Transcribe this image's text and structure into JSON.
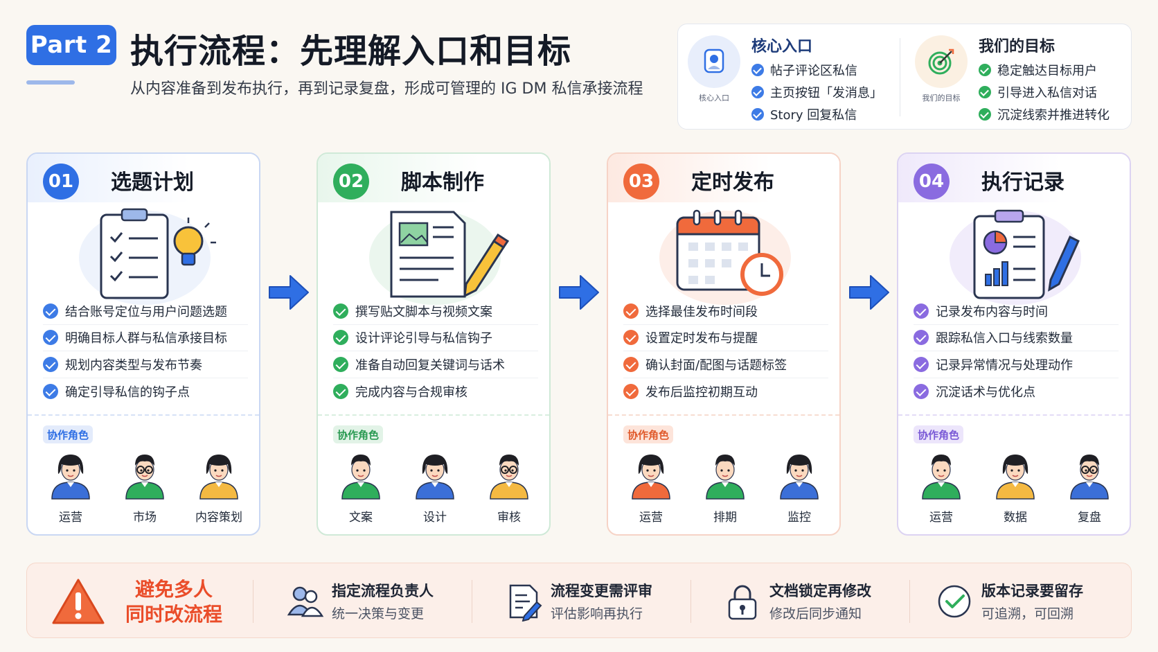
{
  "header": {
    "part_label": "Part 2",
    "title": "执行流程：先理解入口和目标",
    "subtitle": "从内容准备到发布执行，再到记录复盘，形成可管理的 IG DM 私信承接流程"
  },
  "info_panel": {
    "entry": {
      "icon": "entry-icon",
      "icon_label": "核心入口",
      "title": "核心入口",
      "items": [
        "帖子评论区私信",
        "主页按钮「发消息」",
        "Story 回复私信"
      ]
    },
    "goals": {
      "icon": "target-icon",
      "icon_label": "我们的目标",
      "title": "我们的目标",
      "items": [
        "稳定触达目标用户",
        "引导进入私信对话",
        "沉淀线索并推进转化"
      ]
    }
  },
  "cards": [
    {
      "number": "01",
      "title": "选题计划",
      "color": "#2f6fe4",
      "illustration": "clipboard-bulb-icon",
      "steps": [
        "结合账号定位与用户问题选题",
        "明确目标人群与私信承接目标",
        "规划内容类型与发布节奏",
        "确定引导私信的钩子点"
      ],
      "roles_label": "协作角色",
      "roles": [
        {
          "name": "运营",
          "avatar": "female",
          "shirt": "#3b6fd8"
        },
        {
          "name": "市场",
          "avatar": "male-glasses",
          "shirt": "#2fae5c"
        },
        {
          "name": "内容策划",
          "avatar": "female",
          "shirt": "#f4b942"
        }
      ]
    },
    {
      "number": "02",
      "title": "脚本制作",
      "color": "#2fae5c",
      "illustration": "document-pencil-icon",
      "steps": [
        "撰写贴文脚本与视频文案",
        "设计评论引导与私信钩子",
        "准备自动回复关键词与话术",
        "完成内容与合规审核"
      ],
      "roles_label": "协作角色",
      "roles": [
        {
          "name": "文案",
          "avatar": "male",
          "shirt": "#2fae5c"
        },
        {
          "name": "设计",
          "avatar": "female",
          "shirt": "#3b6fd8"
        },
        {
          "name": "审核",
          "avatar": "male-glasses",
          "shirt": "#f4b942"
        }
      ]
    },
    {
      "number": "03",
      "title": "定时发布",
      "color": "#f06a3c",
      "illustration": "calendar-clock-icon",
      "steps": [
        "选择最佳发布时间段",
        "设置定时发布与提醒",
        "确认封面/配图与话题标签",
        "发布后监控初期互动"
      ],
      "roles_label": "协作角色",
      "roles": [
        {
          "name": "运营",
          "avatar": "female",
          "shirt": "#f06a3c"
        },
        {
          "name": "排期",
          "avatar": "male",
          "shirt": "#2fae5c"
        },
        {
          "name": "监控",
          "avatar": "female",
          "shirt": "#3b6fd8"
        }
      ]
    },
    {
      "number": "04",
      "title": "执行记录",
      "color": "#8a6be0",
      "illustration": "report-pen-icon",
      "steps": [
        "记录发布内容与时间",
        "跟踪私信入口与线索数量",
        "记录异常情况与处理动作",
        "沉淀话术与优化点"
      ],
      "roles_label": "协作角色",
      "roles": [
        {
          "name": "运营",
          "avatar": "male",
          "shirt": "#2fae5c"
        },
        {
          "name": "数据",
          "avatar": "female",
          "shirt": "#f4b942"
        },
        {
          "name": "复盘",
          "avatar": "male-glasses",
          "shirt": "#3b6fd8"
        }
      ]
    }
  ],
  "bottom": {
    "warning": {
      "icon": "warning-icon",
      "line1": "避免多人",
      "line2": "同时改流程"
    },
    "tips": [
      {
        "icon": "people-icon",
        "title": "指定流程负责人",
        "sub": "统一决策与变更"
      },
      {
        "icon": "document-edit-icon",
        "title": "流程变更需评审",
        "sub": "评估影响再执行"
      },
      {
        "icon": "lock-icon",
        "title": "文档锁定再修改",
        "sub": "修改后同步通知"
      },
      {
        "icon": "check-circle-icon",
        "title": "版本记录要留存",
        "sub": "可追溯，可回溯"
      }
    ]
  }
}
